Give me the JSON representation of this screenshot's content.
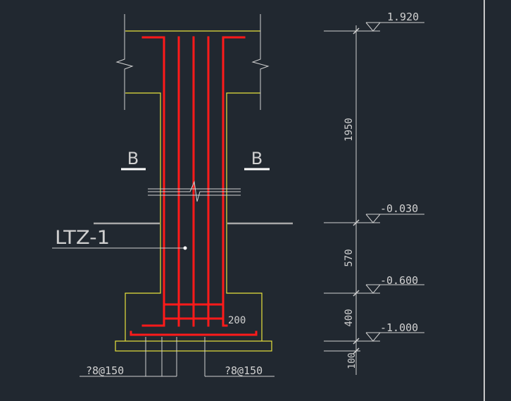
{
  "colors": {
    "background": "#212830",
    "concrete_outline": "#e8e33c",
    "rebar": "#ff1a1a",
    "annotation": "#d0d0d0",
    "ground_line": "#a8a8a8",
    "border": "#c8c8c8"
  },
  "section_mark_left": "B",
  "section_mark_right": "B",
  "element_label": "LTZ-1",
  "rebar_spacing_label": "200",
  "stirrup_label_left": "?8@150",
  "stirrup_label_right": "?8@150",
  "elevations": [
    {
      "value": "1.920"
    },
    {
      "value": "-0.030"
    },
    {
      "value": "-0.600"
    },
    {
      "value": "-1.000"
    }
  ],
  "dimensions": [
    {
      "value": "1950"
    },
    {
      "value": "570"
    },
    {
      "value": "400"
    },
    {
      "value": "100"
    }
  ]
}
